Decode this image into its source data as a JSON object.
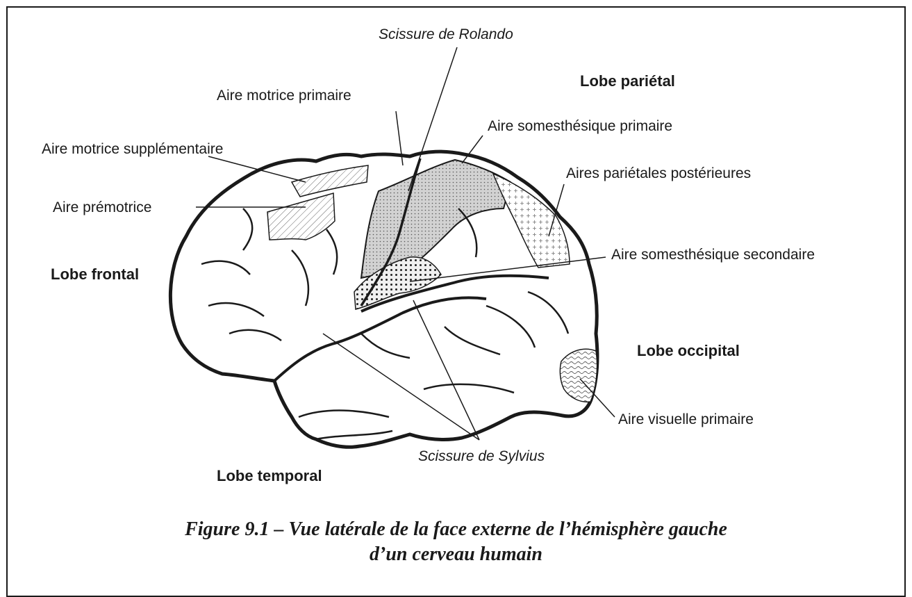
{
  "labels": {
    "rolando": "Scissure de Rolando",
    "lobe_parietal": "Lobe pariétal",
    "motrice_primaire": "Aire motrice primaire",
    "somesthesique_primaire": "Aire somesthésique primaire",
    "motrice_supplementaire": "Aire motrice supplémentaire",
    "parietales_posterieures": "Aires pariétales postérieures",
    "premotrice": "Aire prémotrice",
    "somesthesique_secondaire": "Aire somesthésique secondaire",
    "lobe_frontal": "Lobe frontal",
    "lobe_occipital": "Lobe occipital",
    "visuelle_primaire": "Aire visuelle primaire",
    "sylvius": "Scissure de Sylvius",
    "lobe_temporal": "Lobe temporal"
  },
  "caption": {
    "line1": "Figure 9.1 – Vue latérale de la face externe de l’hémisphère gauche",
    "line2": "d’un cerveau humain"
  }
}
